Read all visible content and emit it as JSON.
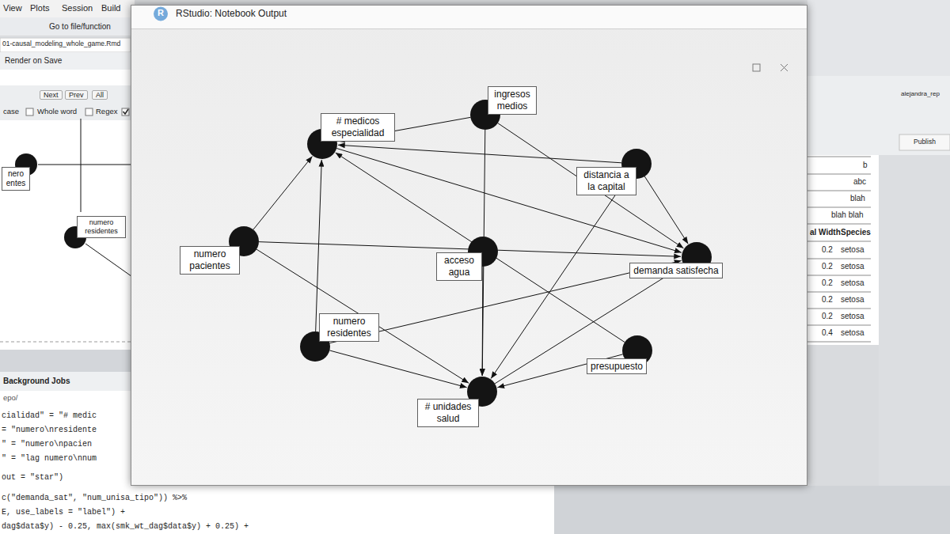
{
  "diagram": {
    "nodes": [
      {
        "text": [
          "ingresos medios"
        ]
      },
      {
        "text": [
          "# medicos especialidad"
        ]
      },
      {
        "text": [
          "distancia a la capital"
        ]
      },
      {
        "text": [
          "numero pacientes"
        ]
      },
      {
        "text": [
          "acceso agua"
        ]
      },
      {
        "text": [
          "demanda satisfecha"
        ]
      },
      {
        "text": [
          "numero residentes"
        ]
      },
      {
        "text": [
          "presupuesto"
        ]
      },
      {
        "text": [
          "# unidades salud"
        ]
      },
      {
        "text": [
          "nero entes"
        ]
      },
      {
        "text": [
          "numero residentes"
        ]
      }
    ],
    "edges": [
      {
        "from": 0,
        "to": 1,
        "arrow": "to"
      },
      {
        "from": 0,
        "to": 5,
        "arrow": "to"
      },
      {
        "from": 0,
        "to": 8,
        "arrow": "to"
      },
      {
        "from": 2,
        "to": 1,
        "arrow": "to"
      },
      {
        "from": 2,
        "to": 5,
        "arrow": "to"
      },
      {
        "from": 2,
        "to": 8,
        "arrow": "to"
      },
      {
        "from": 3,
        "to": 1,
        "arrow": "to"
      },
      {
        "from": 3,
        "to": 5,
        "arrow": "to"
      },
      {
        "from": 3,
        "to": 8,
        "arrow": "to"
      },
      {
        "from": 4,
        "to": 8,
        "arrow": "to"
      },
      {
        "from": 7,
        "to": 1,
        "arrow": "to"
      },
      {
        "from": 7,
        "to": 8,
        "arrow": "to"
      },
      {
        "from": 6,
        "to": 1,
        "arrow": "to"
      },
      {
        "from": 6,
        "to": 5,
        "arrow": "to"
      },
      {
        "from": 6,
        "to": 8,
        "arrow": "to"
      },
      {
        "from": 1,
        "to": 5,
        "arrow": "to"
      },
      {
        "from": 8,
        "to": 5,
        "arrow": "to"
      }
    ],
    "labels": [
      "View",
      "Plots",
      "Session",
      "Build",
      "Go to file/function",
      "01-causal_modeling_whole_game.Rmd",
      "Render on Save",
      "Next",
      "Prev",
      "All",
      "case",
      "Whole word",
      "Regex",
      "Background Jobs",
      "epo/",
      "cialidad\" = \"# medic",
      "= \"numero\\nresidente",
      "\" = \"numero\\npacien",
      "\" = \"lag numero\\nnum",
      "out = \"star\")",
      "c(\"demanda_sat\", \"num_unisa_tipo\")) %>%",
      "E, use_labels = \"label\") +",
      "dag$data$y) - 0.25, max(smk_wt_dag$data$y) + 0.25) +",
      "R",
      "RStudio: Notebook Output",
      "alejandra_rep",
      "Publish",
      "b",
      "abc",
      "blah",
      "blah blah",
      "al Width",
      "Species",
      "0.2",
      "setosa",
      "0.2",
      "setosa",
      "0.2",
      "setosa",
      "0.2",
      "setosa",
      "0.2",
      "setosa",
      "0.4",
      "setosa"
    ]
  }
}
